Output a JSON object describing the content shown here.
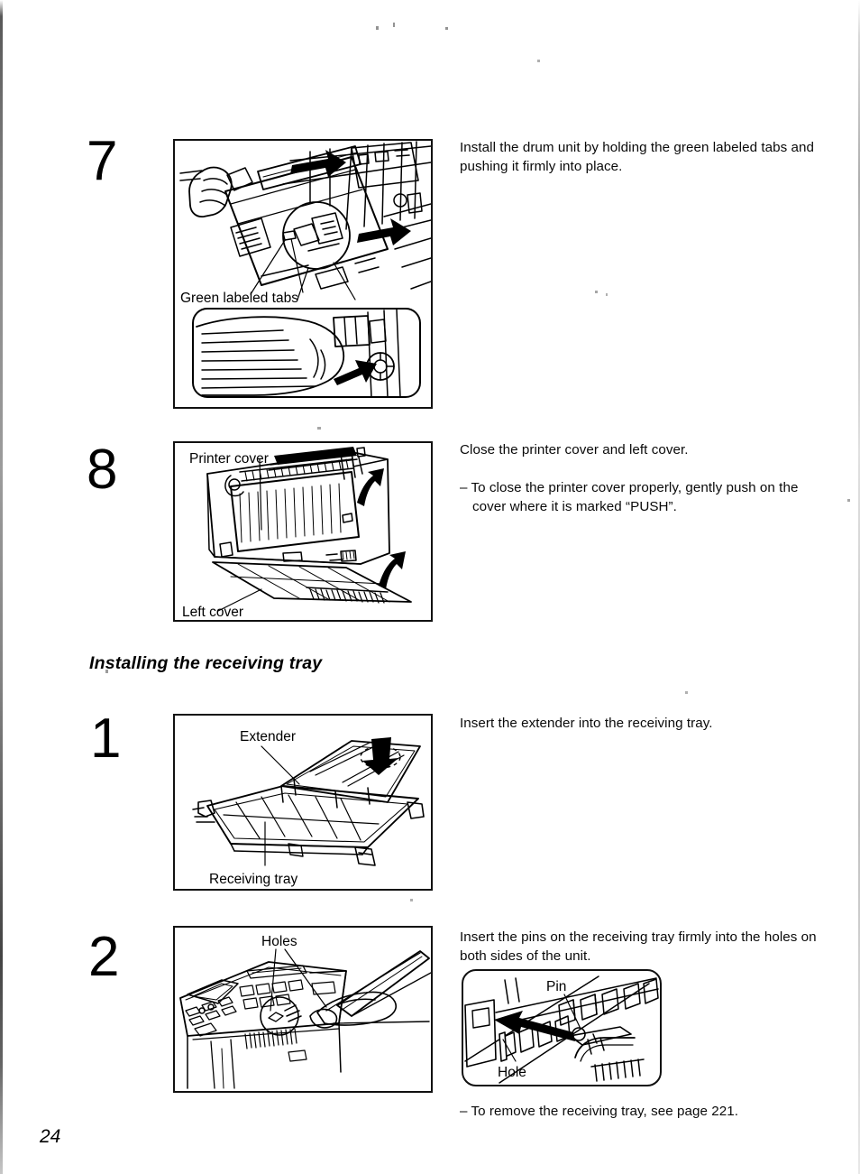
{
  "document": {
    "page_number": "24",
    "section_heading": "Installing the receiving tray"
  },
  "steps": [
    {
      "number": "7",
      "figure_labels": [
        "Green labeled tabs"
      ],
      "instructions": [
        "Install the drum unit by holding the green labeled tabs and pushing it firmly into place."
      ]
    },
    {
      "number": "8",
      "figure_labels": [
        "Printer cover",
        "Left cover"
      ],
      "instructions": [
        "Close the printer cover and left cover.",
        "– To close the printer cover properly, gently push on the cover where it is marked “PUSH”."
      ]
    },
    {
      "number": "1",
      "figure_labels": [
        "Extender",
        "Receiving tray"
      ],
      "instructions": [
        "Insert the extender into the receiving tray."
      ]
    },
    {
      "number": "2",
      "figure_labels": [
        "Holes"
      ],
      "inset_labels": [
        "Pin",
        "Hole"
      ],
      "instructions": [
        "Insert the pins on the receiving tray firmly into the holes on both sides of the unit.",
        "– To remove the receiving tray, see page 221."
      ]
    }
  ],
  "labels": {
    "green_labeled_tabs": "Green labeled tabs",
    "printer_cover": "Printer cover",
    "left_cover": "Left cover",
    "extender": "Extender",
    "receiving_tray": "Receiving tray",
    "holes": "Holes",
    "pin": "Pin",
    "hole": "Hole"
  },
  "colors": {
    "ink": "#000000",
    "paper": "#ffffff"
  }
}
